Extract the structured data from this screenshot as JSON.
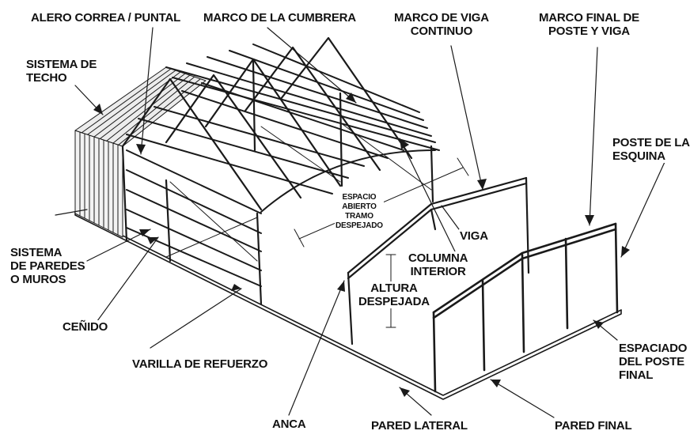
{
  "diagram": {
    "labels": {
      "alero": "ALERO CORREA / PUNTAL",
      "cumbrera": "MARCO DE LA CUMBRERA",
      "viga_continuo": [
        "MARCO DE VIGA",
        "CONTINUO"
      ],
      "final_poste": [
        "MARCO FINAL DE",
        "POSTE Y VIGA"
      ],
      "techo": [
        "SISTEMA DE",
        "TECHO"
      ],
      "poste_esquina": [
        "POSTE DE LA",
        "ESQUINA"
      ],
      "espacio": [
        "ESPACIO",
        "ABIERTO",
        "TRAMO",
        "DESPEJADO"
      ],
      "viga": "VIGA",
      "columna": [
        "COLUMNA",
        "INTERIOR"
      ],
      "altura": [
        "ALTURA",
        "DESPEJADA"
      ],
      "paredes": [
        "SISTEMA",
        "DE PAREDES",
        "O MUROS"
      ],
      "cenido": "CEÑIDO",
      "varilla": "VARILLA DE REFUERZO",
      "espaciado": [
        "ESPACIADO",
        "DEL POSTE",
        "FINAL"
      ],
      "anca": "ANCA",
      "pared_lateral": "PARED LATERAL",
      "pared_final": "PARED FINAL"
    }
  }
}
